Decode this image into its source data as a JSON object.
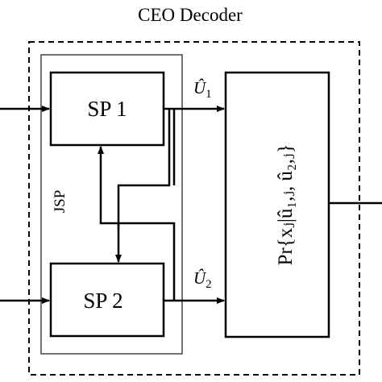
{
  "title": "CEO Decoder",
  "joint_block_label": "JSP",
  "blocks": {
    "sp1": "SP 1",
    "sp2": "SP 2"
  },
  "signals": {
    "u1": {
      "symbol": "Û",
      "subscript": "1"
    },
    "u2": {
      "symbol": "Û",
      "subscript": "2"
    }
  },
  "output_block": {
    "formula": "Pr{xⱼ|û₁,ⱼ, û₂,ⱼ}"
  },
  "colors": {
    "stroke": "#000000",
    "background": "#ffffff"
  }
}
